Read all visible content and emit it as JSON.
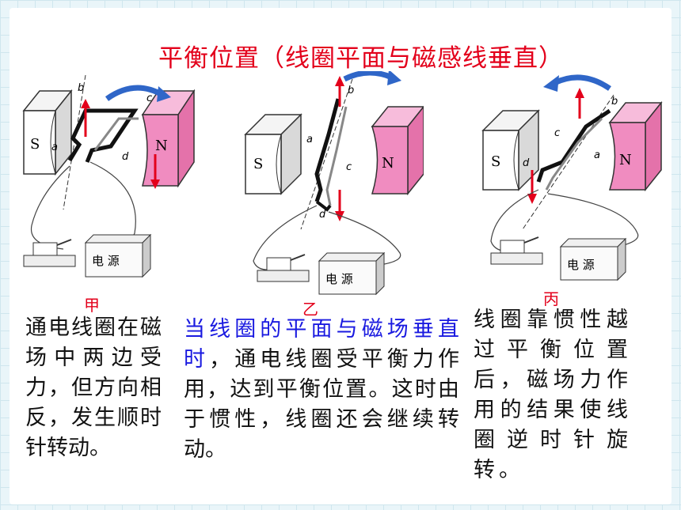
{
  "title": "平衡位置（线圈平面与磁感线垂直）",
  "figures": [
    {
      "label": "甲",
      "pole_s": "S",
      "pole_n": "N",
      "pts": [
        "a",
        "b",
        "c",
        "d"
      ],
      "power": "电 源"
    },
    {
      "label": "乙",
      "pole_s": "S",
      "pole_n": "N",
      "pts": [
        "a",
        "b",
        "c",
        "d"
      ],
      "power": "电 源"
    },
    {
      "label": "丙",
      "pole_s": "S",
      "pole_n": "N",
      "pts": [
        "a",
        "b",
        "c",
        "d"
      ],
      "power": "电 源"
    }
  ],
  "paragraphs": {
    "p1": "通电线圈在磁场中两边受力，但方向相反，发生顺时针转动。",
    "p2_highlight": "当线圈的平面与磁场垂直时",
    "p2_rest": "，通电线圈受平衡力作用，达到平衡位置。这时由于惯性，线圈还会继续转动。",
    "p3": "线圈靠惯性越过平衡位置后，磁场力作用的结果使线圈逆时针旋转。"
  },
  "colors": {
    "title": "#e3001b",
    "highlight": "#1a1ae0",
    "pole_n": "#f08cc0",
    "rotate_arrow": "#2f66c8"
  }
}
